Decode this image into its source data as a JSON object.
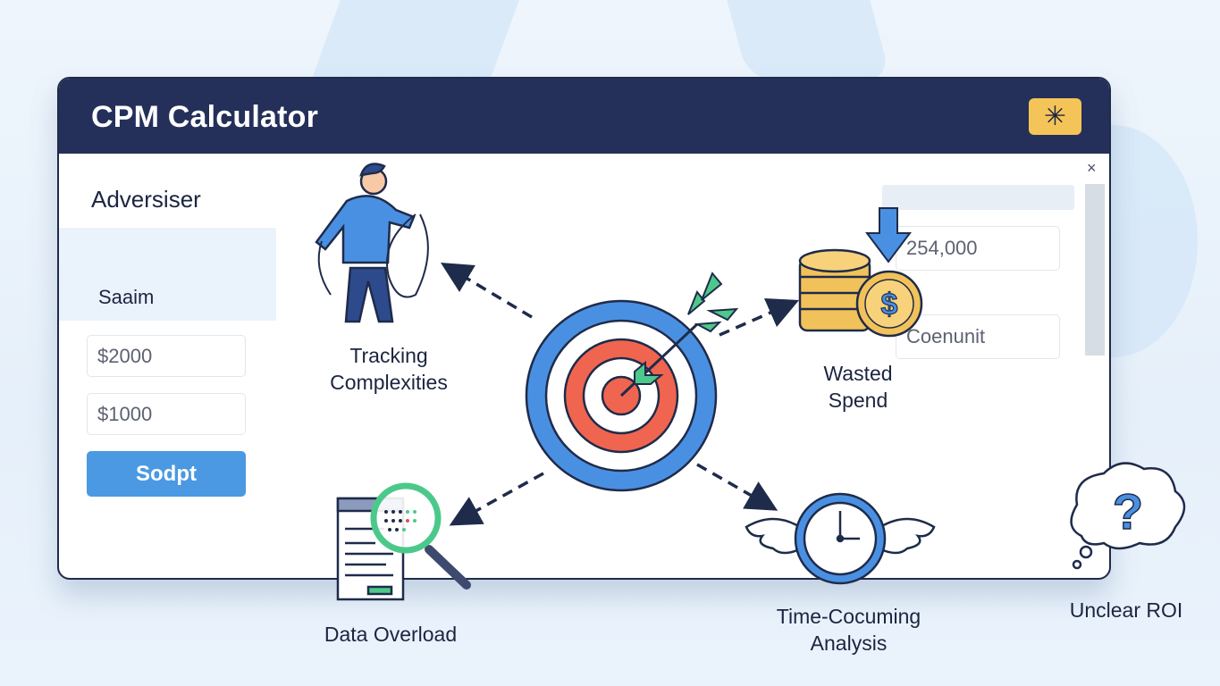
{
  "window": {
    "title": "CPM Calculator",
    "header_button_icon": "asterisk-icon",
    "header_button_glyph": "✳",
    "close_glyph": "×"
  },
  "left_panel": {
    "section_label": "Adversiser",
    "sub_label": "Saaim",
    "inputs": [
      {
        "value": "$2000"
      },
      {
        "value": "$1000"
      }
    ],
    "submit_label": "Sodpt"
  },
  "right_panel": {
    "inputs": [
      {
        "value": "254,000"
      },
      {
        "value": "Coenunit"
      }
    ]
  },
  "diagram": {
    "center": {
      "icon": "target-with-arrow-icon"
    },
    "nodes": [
      {
        "id": "tracking",
        "icon": "tangled-person-icon",
        "label_lines": [
          "Tracking",
          "Complexities"
        ]
      },
      {
        "id": "wasted",
        "icon": "coins-down-arrow-icon",
        "label_lines": [
          "Wasted",
          "Spend"
        ]
      },
      {
        "id": "data",
        "icon": "magnifier-document-icon",
        "label_lines": [
          "Data Overload"
        ]
      },
      {
        "id": "time",
        "icon": "winged-clock-icon",
        "label_lines": [
          "Time-Cocuming",
          "Analysis"
        ]
      },
      {
        "id": "roi",
        "icon": "question-cloud-icon",
        "label_lines": [
          "Unclear ROI"
        ]
      }
    ]
  },
  "colors": {
    "titlebar": "#24305a",
    "accent_button": "#f5c458",
    "primary_blue": "#4a99e2",
    "target_red": "#f0654f",
    "arrow_green": "#4cc98a",
    "coin_gold": "#f2c25a",
    "background": "#eaf3fc"
  }
}
